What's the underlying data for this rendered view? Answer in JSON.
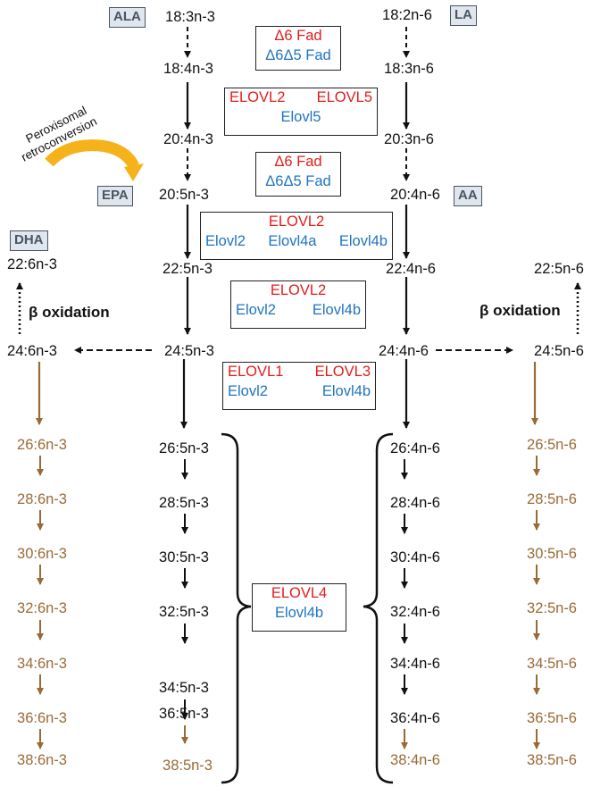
{
  "tags": {
    "ala": "ALA",
    "la": "LA",
    "epa": "EPA",
    "aa": "AA",
    "dha": "DHA"
  },
  "n3_main": [
    "18:3n-3",
    "18:4n-3",
    "20:4n-3",
    "20:5n-3",
    "22:5n-3",
    "24:5n-3"
  ],
  "n6_main": [
    "18:2n-6",
    "18:3n-6",
    "20:3n-6",
    "20:4n-6",
    "22:4n-6",
    "24:4n-6"
  ],
  "n3_side": {
    "dha_product": "22:6n-3",
    "precursor": "24:6n-3"
  },
  "n6_side": {
    "product": "22:5n-6",
    "precursor": "24:5n-6"
  },
  "beta_oxidation": "β oxidation",
  "peroxisomal": [
    "Peroxisomal",
    "retroconversion"
  ],
  "enzyme_boxes": {
    "box1": {
      "red": "Δ6 Fad",
      "blue": "Δ6Δ5 Fad"
    },
    "box2": {
      "red": [
        "ELOVL2",
        "ELOVL5"
      ],
      "blue": [
        "Elovl5"
      ]
    },
    "box3": {
      "red": "Δ6 Fad",
      "blue": "Δ6Δ5 Fad"
    },
    "box4": {
      "red": [
        "ELOVL2"
      ],
      "blue": [
        "Elovl2",
        "Elovl4a",
        "Elovl4b"
      ]
    },
    "box5": {
      "red": [
        "ELOVL2"
      ],
      "blue": [
        "Elovl2",
        "Elovl4b"
      ]
    },
    "box6": {
      "red": [
        "ELOVL1",
        "ELOVL3"
      ],
      "blue": [
        "Elovl2",
        "Elovl4b"
      ]
    },
    "box7": {
      "red": [
        "ELOVL4"
      ],
      "blue": [
        "Elovl4b"
      ]
    }
  },
  "vlc": {
    "n3_brown": [
      "26:6n-3",
      "28:6n-3",
      "30:6n-3",
      "32:6n-3",
      "34:6n-3",
      "36:6n-3",
      "38:6n-3"
    ],
    "n3_black": [
      "26:5n-3",
      "28:5n-3",
      "30:5n-3",
      "32:5n-3",
      "34:5n-3",
      "36:5n-3"
    ],
    "n3_black_end": "38:5n-3",
    "n6_black": [
      "26:4n-6",
      "28:4n-6",
      "30:4n-6",
      "32:4n-6",
      "34:4n-6",
      "36:4n-6"
    ],
    "n6_black_end": "38:4n-6",
    "n6_brown": [
      "26:5n-6",
      "28:5n-6",
      "30:5n-6",
      "32:5n-6",
      "34:5n-6",
      "36:5n-6",
      "38:5n-6"
    ]
  },
  "colors": {
    "red": "#e31b1b",
    "blue": "#1f74c2",
    "brown": "#9a6a36",
    "tag_bg": "#dfe6ee",
    "arrow_gold": "#f5b21b"
  }
}
